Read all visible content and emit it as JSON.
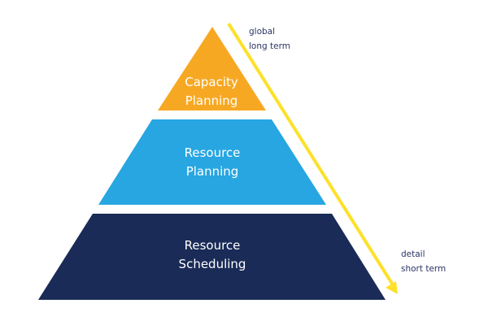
{
  "colors": {
    "top_tier": "#f7a823",
    "middle_tier": "#27a6e1",
    "bottom_tier": "#1a2b57",
    "arrow": "#fde02a",
    "side_text": "#2a3566"
  },
  "tiers": {
    "top": {
      "line1": "Capacity",
      "line2": "Planning"
    },
    "middle": {
      "line1": "Resource",
      "line2": "Planning"
    },
    "bottom": {
      "line1": "Resource",
      "line2": "Scheduling"
    }
  },
  "arrow": {
    "start_label_line1": "global",
    "start_label_line2": "long term",
    "end_label_line1": "detail",
    "end_label_line2": "short term"
  }
}
